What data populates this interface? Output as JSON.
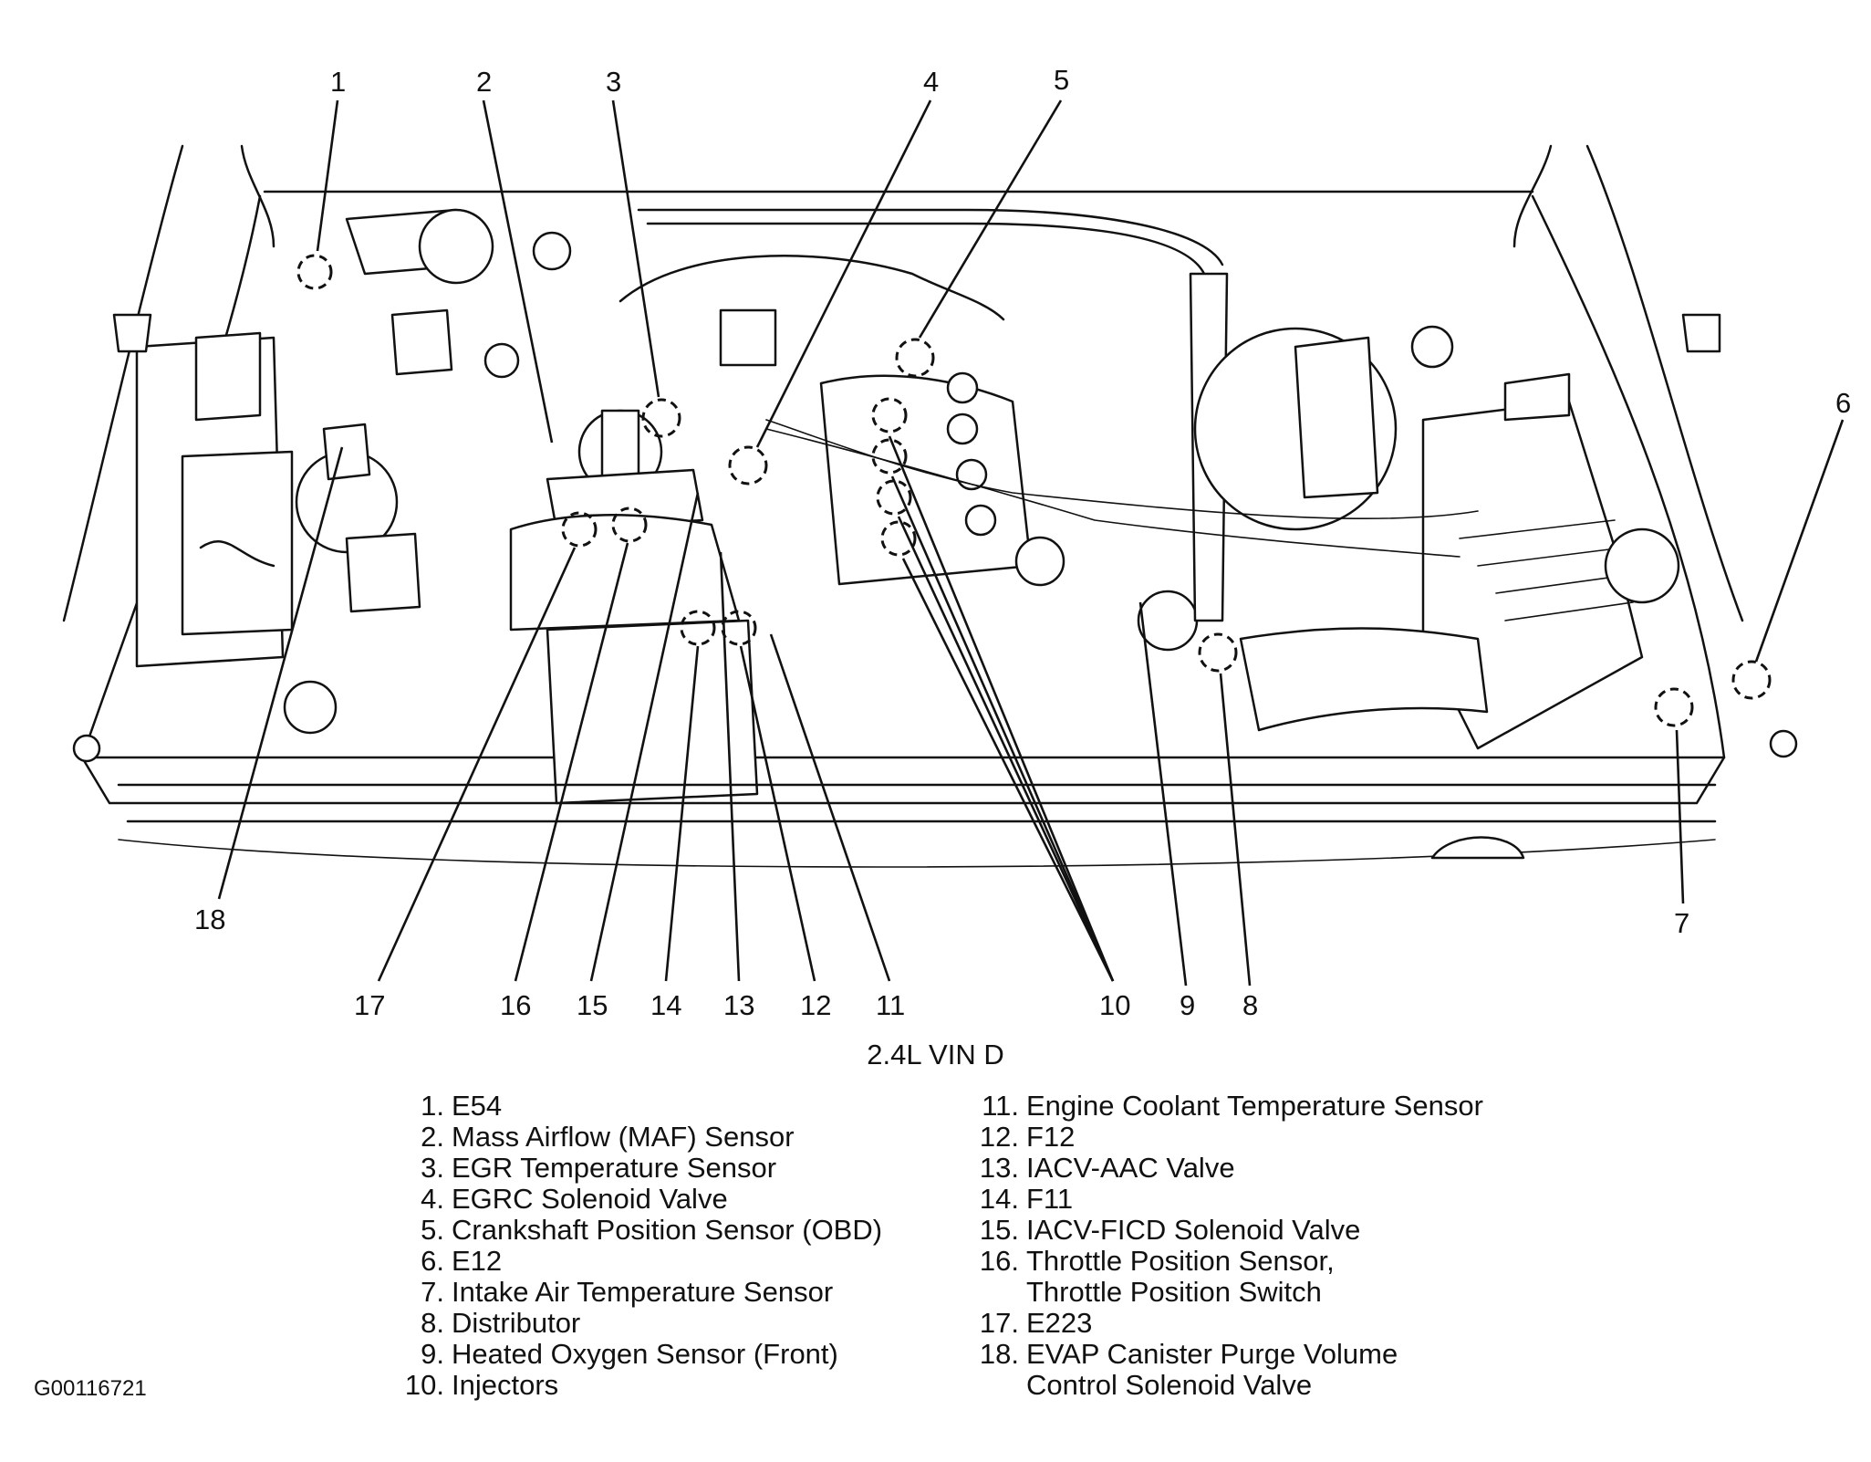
{
  "diagram": {
    "caption": "2.4L VIN D",
    "image_code": "G00116721",
    "callouts": [
      "1",
      "2",
      "3",
      "4",
      "5",
      "6",
      "7",
      "8",
      "9",
      "10",
      "11",
      "12",
      "13",
      "14",
      "15",
      "16",
      "17",
      "18"
    ]
  },
  "legend_left": [
    {
      "num": "1.",
      "label": "E54"
    },
    {
      "num": "2.",
      "label": "Mass Airflow (MAF) Sensor"
    },
    {
      "num": "3.",
      "label": "EGR Temperature Sensor"
    },
    {
      "num": "4.",
      "label": "EGRC Solenoid Valve"
    },
    {
      "num": "5.",
      "label": "Crankshaft Position Sensor (OBD)"
    },
    {
      "num": "6.",
      "label": "E12"
    },
    {
      "num": "7.",
      "label": "Intake Air Temperature Sensor"
    },
    {
      "num": "8.",
      "label": "Distributor"
    },
    {
      "num": "9.",
      "label": "Heated Oxygen Sensor (Front)"
    },
    {
      "num": "10.",
      "label": "Injectors"
    }
  ],
  "legend_right": [
    {
      "num": "11.",
      "label": "Engine Coolant Temperature Sensor"
    },
    {
      "num": "12.",
      "label": "F12"
    },
    {
      "num": "13.",
      "label": "IACV-AAC Valve"
    },
    {
      "num": "14.",
      "label": "F11"
    },
    {
      "num": "15.",
      "label": "IACV-FICD Solenoid Valve"
    },
    {
      "num": "16.",
      "label": "Throttle Position Sensor,"
    },
    {
      "num": "",
      "label": "Throttle Position Switch"
    },
    {
      "num": "17.",
      "label": "E223"
    },
    {
      "num": "18.",
      "label": "EVAP Canister Purge Volume"
    },
    {
      "num": "",
      "label": "Control Solenoid Valve"
    }
  ]
}
